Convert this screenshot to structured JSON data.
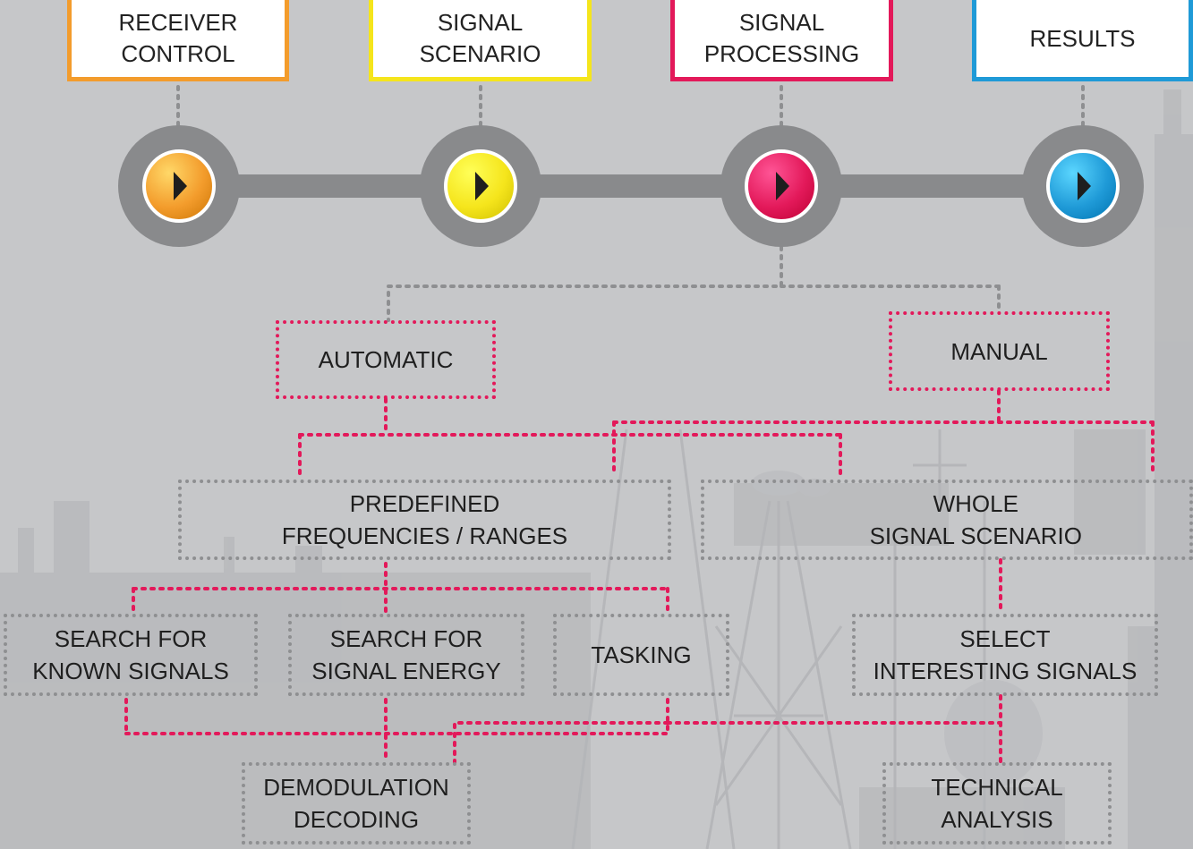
{
  "colors": {
    "receiver_control": "#f39c2c",
    "signal_scenario": "#f5e51c",
    "signal_processing": "#e3195a",
    "results": "#1f9ad7",
    "track": "#898a8c",
    "grey_connector": "#8e8f91",
    "red_connector": "#e3195a"
  },
  "header": {
    "receiver_control": "RECEIVER\nCONTROL",
    "signal_scenario": "SIGNAL\nSCENARIO",
    "signal_processing": "SIGNAL\nPROCESSING",
    "results": "RESULTS"
  },
  "workflow_steps": [
    {
      "name": "receiver-control",
      "icon": "play-icon"
    },
    {
      "name": "signal-scenario",
      "icon": "play-icon"
    },
    {
      "name": "signal-processing",
      "icon": "play-icon"
    },
    {
      "name": "results",
      "icon": "play-icon"
    }
  ],
  "modes": {
    "automatic": "AUTOMATIC",
    "manual": "MANUAL"
  },
  "processing": {
    "predefined": "PREDEFINED\nFREQUENCIES / RANGES",
    "whole_scenario": "WHOLE\nSIGNAL SCENARIO",
    "search_known": "SEARCH FOR\nKNOWN SIGNALS",
    "search_energy": "SEARCH FOR\nSIGNAL ENERGY",
    "tasking": "TASKING",
    "select_interesting": "SELECT\nINTERESTING SIGNALS",
    "demodulation": "DEMODULATION\nDECODING",
    "technical_analysis": "TECHNICAL\nANALYSIS"
  }
}
